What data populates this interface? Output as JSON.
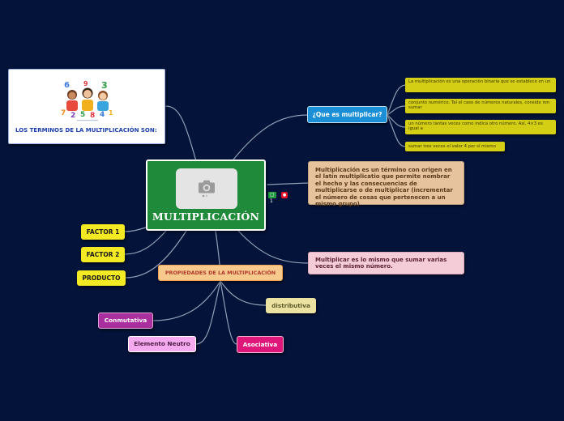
{
  "central": {
    "title": "MULTIPLICACIÓN",
    "image_icon": "camera-icon",
    "badge_count": "1",
    "fill": "#1e8a3a"
  },
  "white_card": {
    "caption": "LOS TÉRMINOS DE LA MULTIPLICACIÓN SON:",
    "image_icon": "children-with-numbers-icon"
  },
  "que": {
    "label": "¿Que es multiplicar?",
    "definitions": [
      "La multiplicación es una operación binaria que se establece en un",
      "conjunto numérico. Tal el caso de números naturales, conside ren sumar",
      "un número tantas veces como indica otro número. Así, 4×3 es igual a",
      "sumar tres veces el valor 4 por sí mismo"
    ]
  },
  "note_tan": "Multiplicación es un término con origen en el latín multiplicatio que permite nombrar el hecho y las consecuencias de multiplicarse o de multiplicar (incrementar el número de cosas que pertenecen a un mismo grupo)",
  "note_pink": "Multiplicar es lo mismo que sumar varias veces el mismo número.",
  "terms": {
    "factor1": "FACTOR 1",
    "factor2": "FACTOR 2",
    "producto": "PRODUCTO"
  },
  "properties": {
    "label": "PROPIEDADES DE LA MULTIPLICACIÓN",
    "distributiva": "distributiva",
    "conmutativa": "Conmutativa",
    "neutro": "Elemento Neutro",
    "asociativa": "Asociativa"
  },
  "colors": {
    "background": "#03133a",
    "connector": "#8f9fb5",
    "blue": "#1a8fd6",
    "yellow": "#f4ea23",
    "olive": "#d4cf14",
    "magenta": "#e0177a"
  }
}
